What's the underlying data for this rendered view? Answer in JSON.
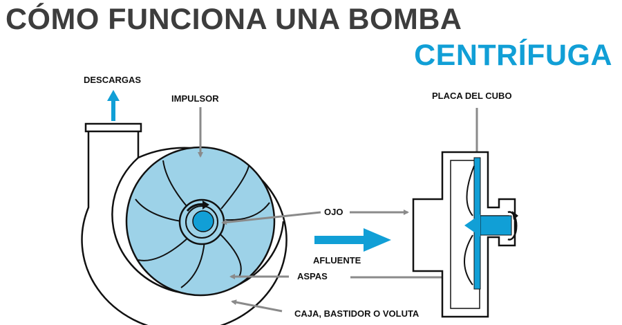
{
  "title": {
    "line1": "CÓMO FUNCIONA UNA BOMBA",
    "line2": "CENTRÍFUGA"
  },
  "labels": {
    "descargas": "DESCARGAS",
    "impulsor": "IMPULSOR",
    "placa_del_cubo": "PLACA DEL CUBO",
    "ojo": "OJO",
    "afluente": "AFLUENTE",
    "aspas": "ASPAS",
    "caja": "CAJA, BASTIDOR O VOLUTA"
  },
  "colors": {
    "accent": "#119fd6",
    "impeller_fill": "#9dd2e8",
    "outline": "#111111",
    "leader": "#8a8a8a",
    "title_dark": "#3d3d3d"
  }
}
